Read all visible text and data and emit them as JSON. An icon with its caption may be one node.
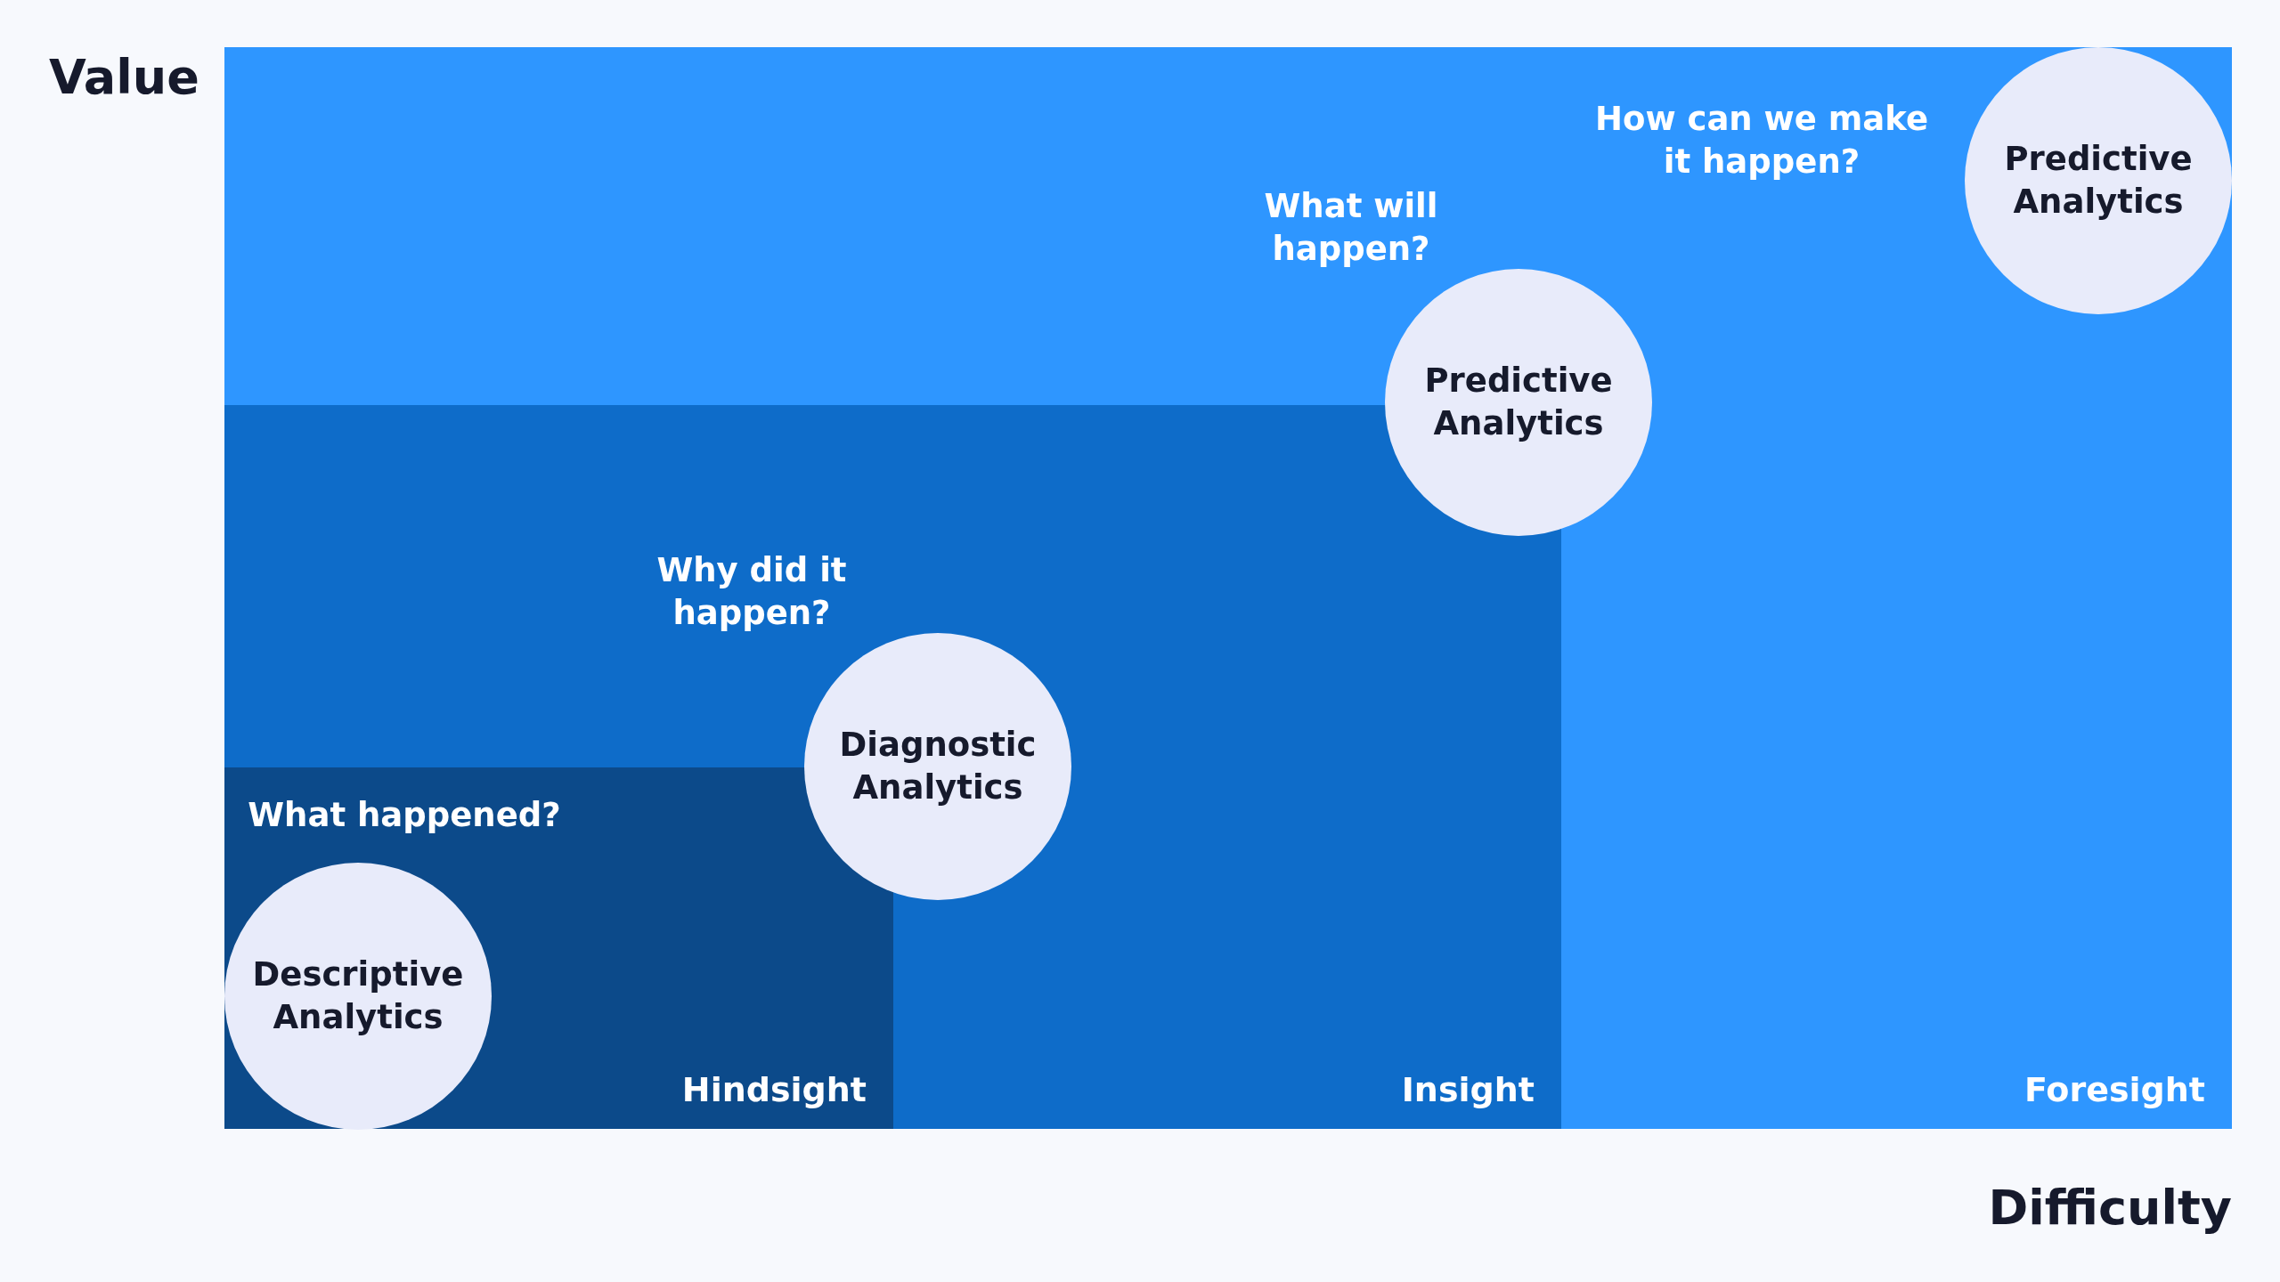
{
  "diagram": {
    "nodes": [
      {
        "text": [
          "Foresight"
        ]
      },
      {
        "text": [
          "Insight"
        ],
        "in": 0
      },
      {
        "text": [
          "Hindsight"
        ],
        "in": 1
      },
      {
        "text": [
          "Descriptive Analytics"
        ],
        "in": 2,
        "beside": [
          "What happened?"
        ]
      },
      {
        "text": [
          "Diagnostic Analytics"
        ],
        "in": 1,
        "beside": [
          "Why did it happen?"
        ]
      },
      {
        "text": [
          "Predictive Analytics"
        ],
        "in": 0,
        "beside": [
          "What will happen?"
        ]
      },
      {
        "text": [
          "Predictive Analytics"
        ],
        "in": 0,
        "beside": [
          "How can we make it happen?"
        ]
      }
    ],
    "labels": [
      "Value",
      "Difficulty"
    ]
  }
}
